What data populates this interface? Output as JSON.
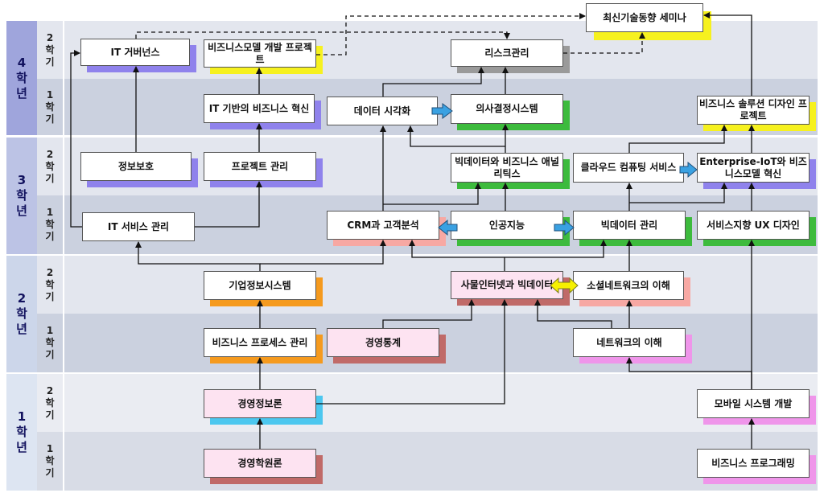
{
  "years": [
    {
      "id": "y4",
      "label": "4학년"
    },
    {
      "id": "y3",
      "label": "3학년"
    },
    {
      "id": "y2",
      "label": "2학년"
    },
    {
      "id": "y1",
      "label": "1학년"
    }
  ],
  "semesters": {
    "first": "1학기",
    "second": "2학기"
  },
  "courses": {
    "seminar": "최신기술동향 세미나",
    "it_governance": "IT 거버넌스",
    "bm_project": "비즈니스모델 개발 프로젝트",
    "risk": "리스크관리",
    "it_innovation": "IT 기반의 비즈니스 혁신",
    "data_viz": "데이터 시각화",
    "dss": "의사결정시스템",
    "solution_design": "비즈니스 솔루션 디자인 프로젝트",
    "security": "정보보호",
    "project_mgmt": "프로젝트 관리",
    "bigdata_analytics": "빅데이터와 비즈니스 애널리틱스",
    "cloud": "클라우드 컴퓨팅 서비스",
    "eiot": "Enterprise-IoT와 비즈니스모델 혁신",
    "it_service": "IT 서비스 관리",
    "crm": "CRM과 고객분석",
    "ai": "인공지능",
    "bigdata_mgmt": "빅데이터 관리",
    "ux": "서비스지향 UX 디자인",
    "erp": "기업정보시스템",
    "iot_bigdata": "사물인터넷과 빅데이터",
    "sna": "소셜네트워크의 이해",
    "bpm": "비즈니스 프로세스 관리",
    "stats": "경영통계",
    "network": "네트워크의 이해",
    "mis": "경영정보론",
    "mobile": "모바일 시스템 개발",
    "mgmt_principles": "경영학원론",
    "biz_programming": "비즈니스 프로그래밍"
  },
  "colors": {
    "purple": "#8f82ec",
    "yellow": "#f6f11f",
    "gray": "#9a9a9a",
    "green": "#3dbb3d",
    "orange": "#f59a1e",
    "pink": "#f7a8a3",
    "brown": "#c06a68",
    "cyan": "#4cc7ef",
    "magenta": "#ef95ea",
    "blue_arrow": "#3aa1e2",
    "yellow_arrow": "#f6f000"
  }
}
